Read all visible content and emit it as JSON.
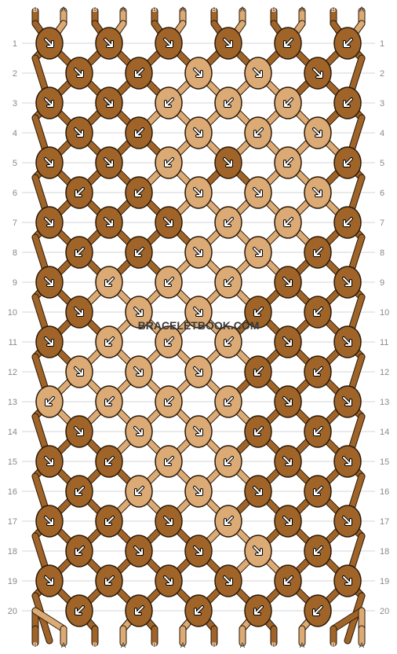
{
  "colors": {
    "A": "#dcaa74",
    "B": "#a06428",
    "outline": "#2a1a0a",
    "knot_text_on_dark": "#ffffff",
    "knot_text_on_light": "#1a1a1a",
    "grid": "#d6d6d6",
    "row_number": "#8a8a8a"
  },
  "watermark": "BRACELETBOOK.COM",
  "top_strands": [
    "B",
    "A",
    "B",
    "A",
    "B",
    "A",
    "B",
    "A",
    "B",
    "A",
    "B",
    "A"
  ],
  "bottom_strands": [
    "B",
    "A",
    "B",
    "A",
    "B",
    "A",
    "B",
    "A",
    "B",
    "A",
    "B",
    "A"
  ],
  "rows": [
    {
      "number": "1",
      "knots": [
        {
          "color": "B",
          "dir": "se"
        },
        {
          "color": "B",
          "dir": "se"
        },
        {
          "color": "B",
          "dir": "se"
        },
        {
          "color": "B",
          "dir": "se"
        },
        {
          "color": "B",
          "dir": "sw"
        },
        {
          "color": "B",
          "dir": "sw"
        }
      ]
    },
    {
      "number": "2",
      "knots": [
        {
          "color": "B",
          "dir": "se"
        },
        {
          "color": "B",
          "dir": "sw"
        },
        {
          "color": "A",
          "dir": "se"
        },
        {
          "color": "A",
          "dir": "se"
        },
        {
          "color": "B",
          "dir": "nw-se"
        }
      ]
    },
    {
      "number": "3",
      "knots": [
        {
          "color": "B",
          "dir": "se"
        },
        {
          "color": "B",
          "dir": "se"
        },
        {
          "color": "A",
          "dir": "sw"
        },
        {
          "color": "A",
          "dir": "sw"
        },
        {
          "color": "A",
          "dir": "sw"
        },
        {
          "color": "B",
          "dir": "sw"
        }
      ]
    },
    {
      "number": "4",
      "knots": [
        {
          "color": "B",
          "dir": "se"
        },
        {
          "color": "B",
          "dir": "sw"
        },
        {
          "color": "A",
          "dir": "se"
        },
        {
          "color": "A",
          "dir": "sw"
        },
        {
          "color": "A",
          "dir": "se"
        }
      ]
    },
    {
      "number": "5",
      "knots": [
        {
          "color": "B",
          "dir": "se"
        },
        {
          "color": "B",
          "dir": "se"
        },
        {
          "color": "A",
          "dir": "sw"
        },
        {
          "color": "B",
          "dir": "se"
        },
        {
          "color": "A",
          "dir": "sw"
        },
        {
          "color": "B",
          "dir": "sw"
        }
      ]
    },
    {
      "number": "6",
      "knots": [
        {
          "color": "B",
          "dir": "sw"
        },
        {
          "color": "B",
          "dir": "sw"
        },
        {
          "color": "A",
          "dir": "se"
        },
        {
          "color": "A",
          "dir": "se"
        },
        {
          "color": "A",
          "dir": "se"
        }
      ]
    },
    {
      "number": "7",
      "knots": [
        {
          "color": "B",
          "dir": "se"
        },
        {
          "color": "B",
          "dir": "se"
        },
        {
          "color": "B",
          "dir": "se"
        },
        {
          "color": "A",
          "dir": "sw"
        },
        {
          "color": "A",
          "dir": "sw"
        },
        {
          "color": "B",
          "dir": "sw"
        }
      ]
    },
    {
      "number": "8",
      "knots": [
        {
          "color": "B",
          "dir": "sw"
        },
        {
          "color": "B",
          "dir": "sw"
        },
        {
          "color": "A",
          "dir": "se"
        },
        {
          "color": "A",
          "dir": "se"
        },
        {
          "color": "B",
          "dir": "sw"
        }
      ]
    },
    {
      "number": "9",
      "knots": [
        {
          "color": "B",
          "dir": "se"
        },
        {
          "color": "A",
          "dir": "sw"
        },
        {
          "color": "A",
          "dir": "sw"
        },
        {
          "color": "A",
          "dir": "sw"
        },
        {
          "color": "B",
          "dir": "se"
        },
        {
          "color": "B",
          "dir": "se"
        }
      ]
    },
    {
      "number": "10",
      "knots": [
        {
          "color": "B",
          "dir": "se"
        },
        {
          "color": "A",
          "dir": "se"
        },
        {
          "color": "A",
          "dir": "se"
        },
        {
          "color": "B",
          "dir": "sw"
        },
        {
          "color": "B",
          "dir": "sw"
        }
      ]
    },
    {
      "number": "11",
      "knots": [
        {
          "color": "B",
          "dir": "se"
        },
        {
          "color": "A",
          "dir": "sw"
        },
        {
          "color": "A",
          "dir": "sw"
        },
        {
          "color": "A",
          "dir": "sw"
        },
        {
          "color": "B",
          "dir": "se"
        },
        {
          "color": "B",
          "dir": "se"
        }
      ]
    },
    {
      "number": "12",
      "knots": [
        {
          "color": "A",
          "dir": "se"
        },
        {
          "color": "A",
          "dir": "se"
        },
        {
          "color": "A",
          "dir": "se"
        },
        {
          "color": "B",
          "dir": "sw"
        },
        {
          "color": "B",
          "dir": "sw"
        }
      ]
    },
    {
      "number": "13",
      "knots": [
        {
          "color": "A",
          "dir": "sw"
        },
        {
          "color": "A",
          "dir": "sw"
        },
        {
          "color": "A",
          "dir": "sw"
        },
        {
          "color": "A",
          "dir": "sw"
        },
        {
          "color": "B",
          "dir": "se"
        },
        {
          "color": "B",
          "dir": "se"
        }
      ]
    },
    {
      "number": "14",
      "knots": [
        {
          "color": "B",
          "dir": "se"
        },
        {
          "color": "A",
          "dir": "se"
        },
        {
          "color": "A",
          "dir": "se"
        },
        {
          "color": "B",
          "dir": "sw"
        },
        {
          "color": "B",
          "dir": "sw"
        }
      ]
    },
    {
      "number": "15",
      "knots": [
        {
          "color": "B",
          "dir": "se"
        },
        {
          "color": "B",
          "dir": "sw"
        },
        {
          "color": "A",
          "dir": "sw"
        },
        {
          "color": "A",
          "dir": "sw"
        },
        {
          "color": "B",
          "dir": "se"
        },
        {
          "color": "B",
          "dir": "se"
        }
      ]
    },
    {
      "number": "16",
      "knots": [
        {
          "color": "B",
          "dir": "sw"
        },
        {
          "color": "A",
          "dir": "sw"
        },
        {
          "color": "A",
          "dir": "se"
        },
        {
          "color": "B",
          "dir": "se"
        },
        {
          "color": "B",
          "dir": "sw"
        }
      ]
    },
    {
      "number": "17",
      "knots": [
        {
          "color": "B",
          "dir": "se"
        },
        {
          "color": "B",
          "dir": "sw"
        },
        {
          "color": "B",
          "dir": "se"
        },
        {
          "color": "A",
          "dir": "sw"
        },
        {
          "color": "B",
          "dir": "se"
        },
        {
          "color": "B",
          "dir": "se"
        }
      ]
    },
    {
      "number": "18",
      "knots": [
        {
          "color": "B",
          "dir": "sw"
        },
        {
          "color": "B",
          "dir": "se"
        },
        {
          "color": "B",
          "dir": "se"
        },
        {
          "color": "A",
          "dir": "se"
        },
        {
          "color": "B",
          "dir": "sw"
        }
      ]
    },
    {
      "number": "19",
      "knots": [
        {
          "color": "B",
          "dir": "se"
        },
        {
          "color": "B",
          "dir": "sw"
        },
        {
          "color": "B",
          "dir": "se"
        },
        {
          "color": "B",
          "dir": "se"
        },
        {
          "color": "B",
          "dir": "sw"
        },
        {
          "color": "B",
          "dir": "se"
        }
      ]
    },
    {
      "number": "20",
      "knots": [
        {
          "color": "B",
          "dir": "sw"
        },
        {
          "color": "B",
          "dir": "sw"
        },
        {
          "color": "B",
          "dir": "sw"
        },
        {
          "color": "B",
          "dir": "sw"
        },
        {
          "color": "B",
          "dir": "sw-back"
        }
      ]
    }
  ]
}
